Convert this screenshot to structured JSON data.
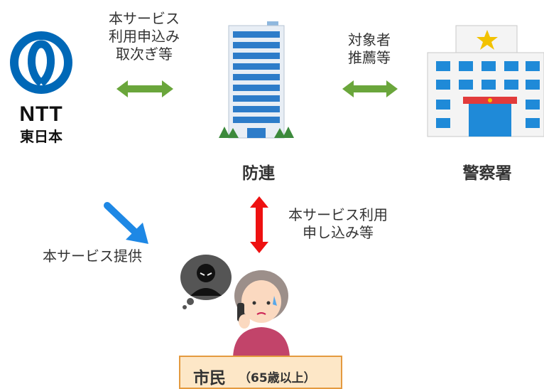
{
  "ntt": {
    "line1": "NTT",
    "line2": "東日本"
  },
  "captions": {
    "ntt_bouren": [
      "本サービス",
      "利用申込み",
      "取次ぎ等"
    ],
    "bouren_police": [
      "対象者",
      "推薦等"
    ],
    "bouren_citizen": [
      "本サービス利用",
      "申し込み等"
    ],
    "ntt_citizen": "本サービス提供"
  },
  "nodes": {
    "bouren": "防連",
    "police": "警察署",
    "citizen": "市民",
    "citizen_note": "（65歳以上）"
  },
  "colors": {
    "green_arrow": "#6aa63b",
    "red_arrow": "#ee1111",
    "blue_arrow": "#1e88e5",
    "ntt_blue": "#0068b7",
    "box_fill": "#fde7c7",
    "box_border": "#e49a3f"
  }
}
